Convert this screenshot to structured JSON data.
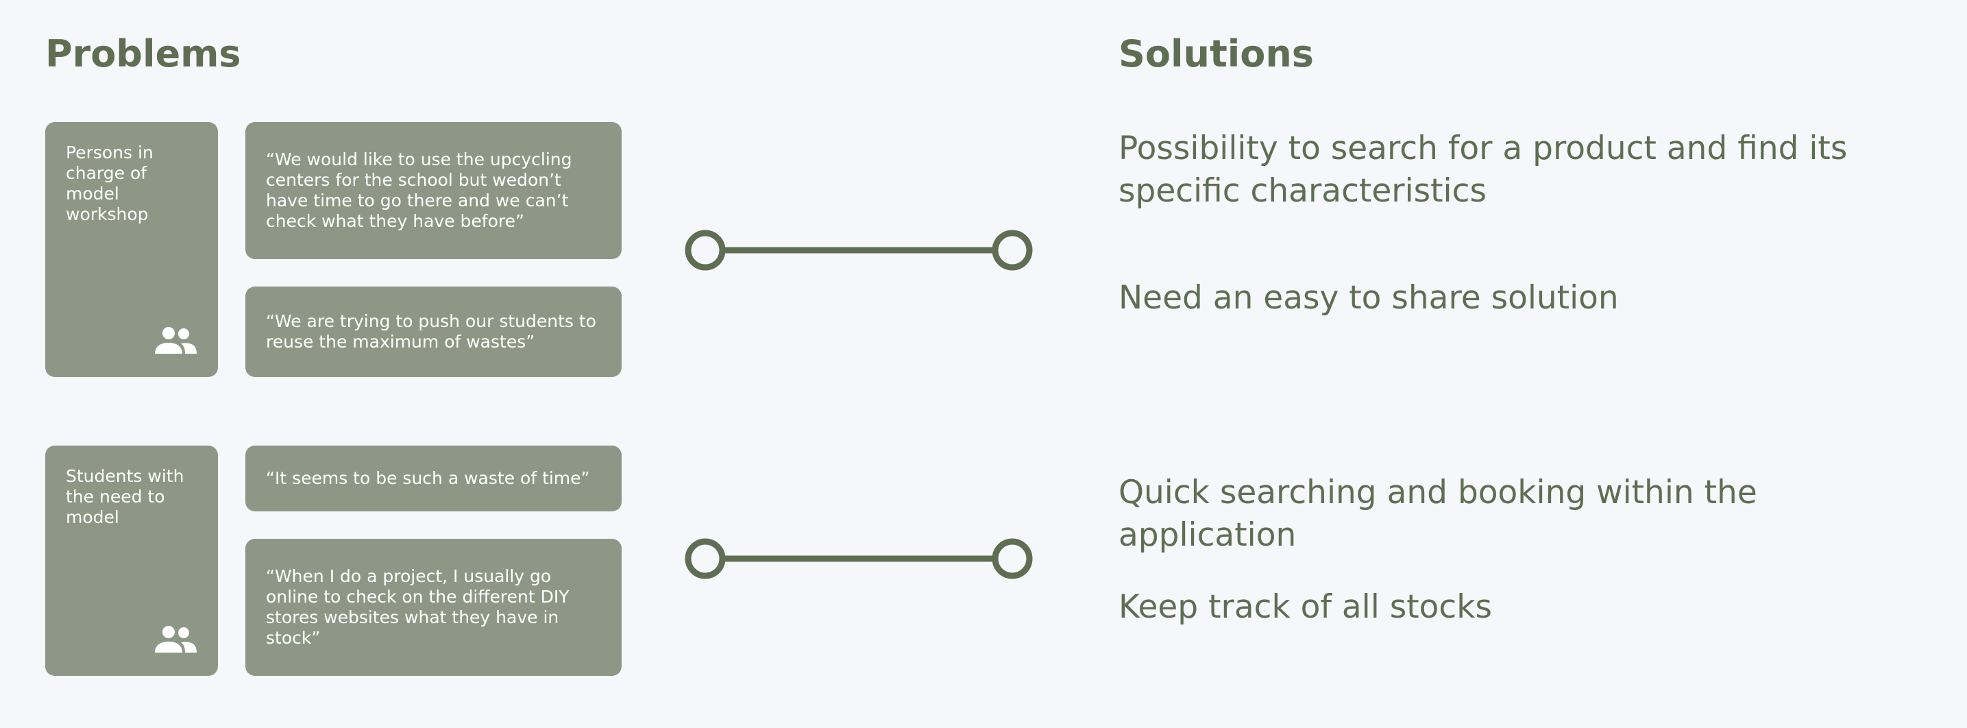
{
  "problems": {
    "title": "Problems",
    "groups": [
      {
        "persona": "Persons in charge of model workshop",
        "icon": "people-icon",
        "quotes": [
          "“We would like to use the upcycling centers for the school but wedon’t have time to go there and we can’t check what they have before”",
          "“We are trying to push our students to reuse the maximum of wastes”"
        ]
      },
      {
        "persona": "Students with the need to model",
        "icon": "people-icon",
        "quotes": [
          "“It seems to be such a waste of time”",
          "“When I do a project, I usually go online to check on the different DIY stores websites what they have in stock”"
        ]
      }
    ]
  },
  "solutions": {
    "title": "Solutions",
    "items": [
      "Possibility to search for a product and find its specific characteristics",
      "Need an easy to share solution",
      "Quick searching and booking within the application",
      "Keep track of all stocks"
    ]
  },
  "colors": {
    "background": "#f5f7fb",
    "card": "#8e9785",
    "accent": "#5f6e52",
    "card_text": "#ffffff"
  }
}
